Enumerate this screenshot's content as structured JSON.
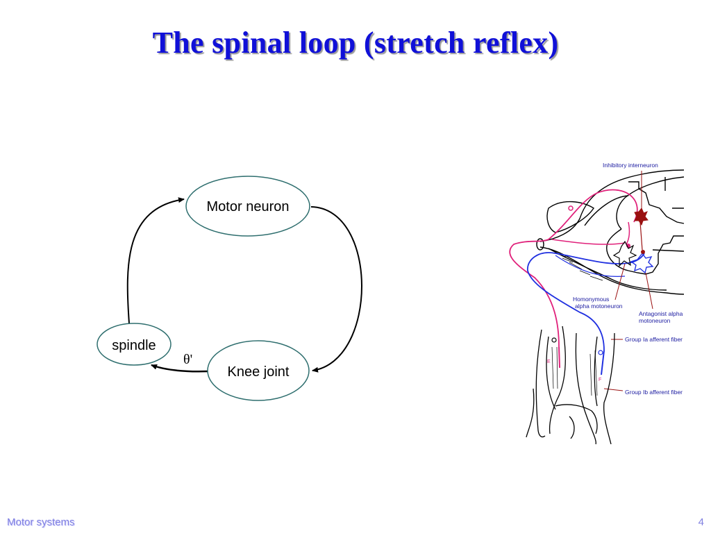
{
  "slide": {
    "title": "The spinal loop (stretch reflex)",
    "footer_left": "Motor systems",
    "page_number": "4"
  },
  "loop_diagram": {
    "nodes": {
      "motor_neuron": "Motor neuron",
      "spindle": "spindle",
      "knee_joint": "Knee joint"
    },
    "edge_label": "θ'",
    "node_stroke_color": "#2e6e6e"
  },
  "anatomy_figure": {
    "labels": {
      "inhibitory_interneuron": "Inhibitory interneuron",
      "homonymous_line1": "Homonymous",
      "homonymous_line2": "alpha motoneuron",
      "antagonist_line1": "Antagonist alpha",
      "antagonist_line2": "motoneuron",
      "group_ia": "Group Ia afferent fiber",
      "group_ib": "Group Ib afferent fiber",
      "muscle_e": "E",
      "muscle_f": "F"
    },
    "colors": {
      "afferent_pink": "#e0207a",
      "motor_blue": "#2030e0",
      "interneuron_red": "#9a1010",
      "outline": "#000000"
    }
  }
}
